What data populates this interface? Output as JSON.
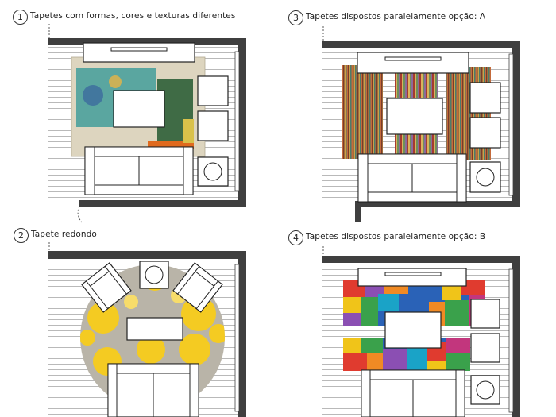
{
  "panels": [
    {
      "number": "1",
      "caption": "Tapetes com formas, cores e texturas diferentes",
      "rug": "mixed-patchwork"
    },
    {
      "number": "3",
      "caption": "Tapetes dispostos paralelamente opção: A",
      "rug": "striped-runners"
    },
    {
      "number": "2",
      "caption": "Tapete redondo",
      "rug": "round-yellow-grey"
    },
    {
      "number": "4",
      "caption": "Tapetes dispostos paralelamente opção: B",
      "rug": "colour-block-runners"
    }
  ],
  "colors": {
    "wall": "#3f3f3f",
    "floor_line": "#9a9a9a",
    "furniture_fill": "#ffffff",
    "rug_beige": "#ddd5bf",
    "rug_teal": "#5aa6a0",
    "rug_green": "#3f6b45",
    "rug_orange": "#e06a1e",
    "round_rug_yellow": "#f4cb22",
    "round_rug_grey": "#b9b4a8"
  }
}
